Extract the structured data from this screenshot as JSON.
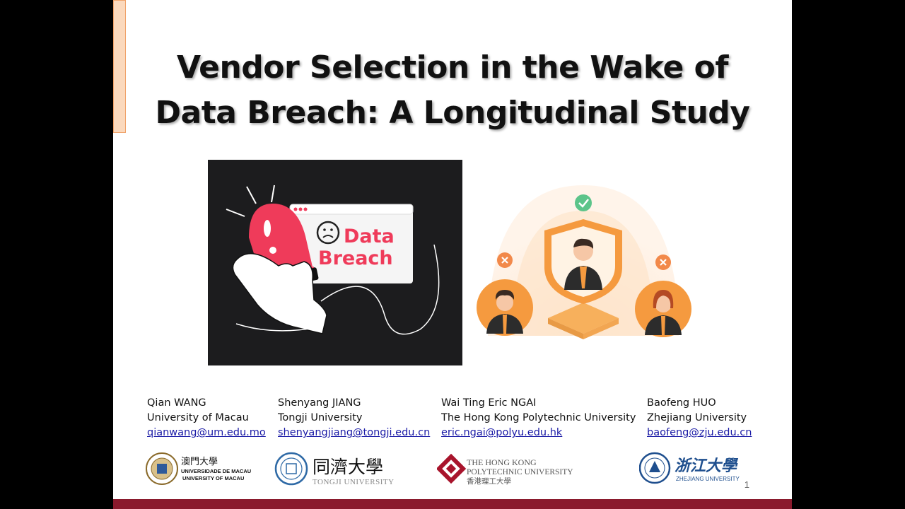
{
  "slide": {
    "title_line1": "Vendor Selection in the Wake of",
    "title_line2": "Data Breach: A Longitudinal Study",
    "page_number": "1"
  },
  "breach_image": {
    "word1": "Data",
    "word2": "Breach"
  },
  "authors": [
    {
      "name": "Qian WANG",
      "affiliation": "University of Macau",
      "email": "qianwang@um.edu.mo"
    },
    {
      "name": "Shenyang JIANG",
      "affiliation": "Tongji University",
      "email": "shenyangjiang@tongji.edu.cn"
    },
    {
      "name": "Wai Ting Eric NGAI",
      "affiliation": "The Hong Kong Polytechnic University",
      "email": "eric.ngai@polyu.edu.hk"
    },
    {
      "name": "Baofeng HUO",
      "affiliation": "Zhejiang University",
      "email": "baofeng@zju.edu.cn"
    }
  ],
  "logos": {
    "macau": {
      "cn": "澳門大學",
      "pt": "UNIVERSIDADE DE MACAU",
      "en": "UNIVERSITY OF MACAU"
    },
    "tongji": {
      "cn": "同濟大學",
      "en": "TONGJI UNIVERSITY"
    },
    "polyu": {
      "en1": "THE HONG KONG",
      "en2": "POLYTECHNIC UNIVERSITY",
      "cn": "香港理工大學"
    },
    "zju": {
      "cn": "浙江大學",
      "en": "ZHEJIANG UNIVERSITY"
    }
  },
  "colors": {
    "footer": "#8a1a2d",
    "accent": "#f0a36b",
    "breach_red": "#ef3b5a",
    "link": "#1a1aa6"
  }
}
